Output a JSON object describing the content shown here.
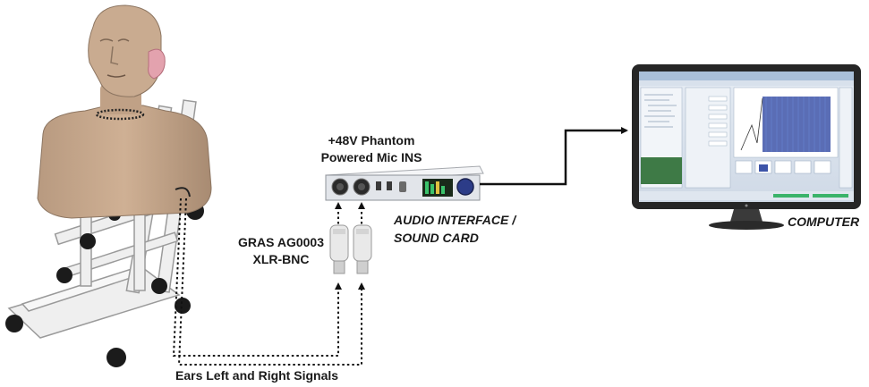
{
  "labels": {
    "phantom_line1": "+48V Phantom",
    "phantom_line2": "Powered Mic INS",
    "adapter_line1": "GRAS AG0003",
    "adapter_line2": "XLR-BNC",
    "interface_line1": "AUDIO INTERFACE /",
    "interface_line2": "SOUND CARD",
    "computer": "COMPUTER",
    "ears": "Ears Left and Right Signals"
  },
  "colors": {
    "skin": "#c4a58a",
    "skin_shadow": "#a88b72",
    "stand": "#ececec",
    "device": "#e4e6ea",
    "monitor": "#2a2a2a",
    "cable": "#111111"
  }
}
